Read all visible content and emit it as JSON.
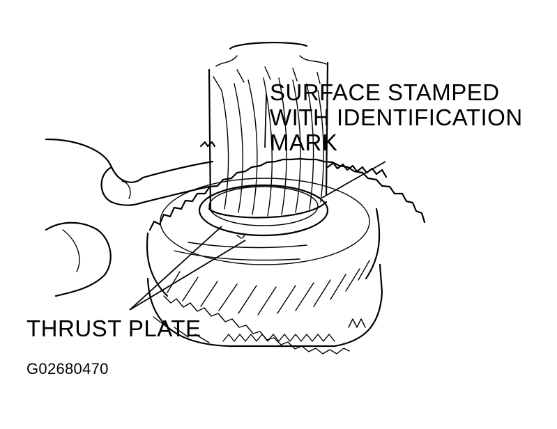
{
  "figure": {
    "callout_surface": {
      "lines": [
        "SURFACE STAMPED",
        "WITH IDENTIFICATION",
        "MARK"
      ]
    },
    "callout_thrust": "THRUST PLATE",
    "figure_id": "G02680470"
  }
}
